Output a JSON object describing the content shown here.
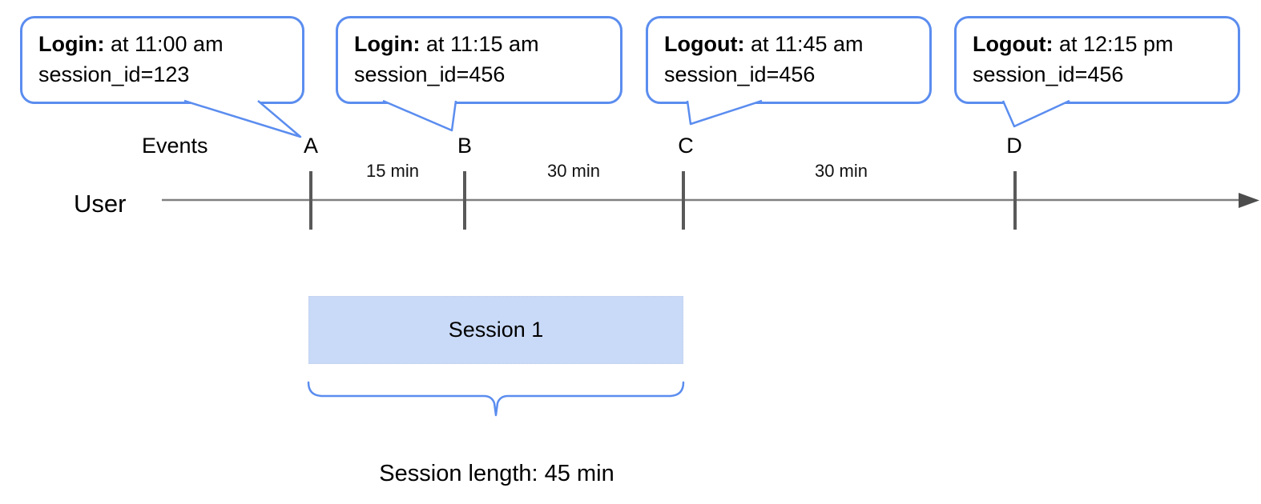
{
  "diagram": {
    "title_semantics": "user session timeline",
    "events_label": "Events",
    "user_label": "User",
    "session_box_label": "Session 1",
    "session_length_label": "Session length: 45 min"
  },
  "bubbles": [
    {
      "bold": "Login:",
      "text": " at 11:00 am",
      "line2": "session_id=123"
    },
    {
      "bold": "Login:",
      "text": " at 11:15 am",
      "line2": "session_id=456"
    },
    {
      "bold": "Logout:",
      "text": " at 11:45 am",
      "line2": "session_id=456"
    },
    {
      "bold": "Logout:",
      "text": " at 12:15 pm",
      "line2": "session_id=456"
    }
  ],
  "events": [
    {
      "label": "A",
      "time": "11:00 am"
    },
    {
      "label": "B",
      "time": "11:15 am"
    },
    {
      "label": "C",
      "time": "11:45 am"
    },
    {
      "label": "D",
      "time": "12:15 pm"
    }
  ],
  "intervals": [
    {
      "label": "15 min"
    },
    {
      "label": "30 min"
    },
    {
      "label": "30 min"
    }
  ],
  "colors": {
    "bubble_border": "#5b8def",
    "session_fill": "#c9daf8",
    "timeline_line": "#808080",
    "tick": "#595959",
    "arrowhead": "#4d4d4d",
    "brace": "#5b8def"
  }
}
